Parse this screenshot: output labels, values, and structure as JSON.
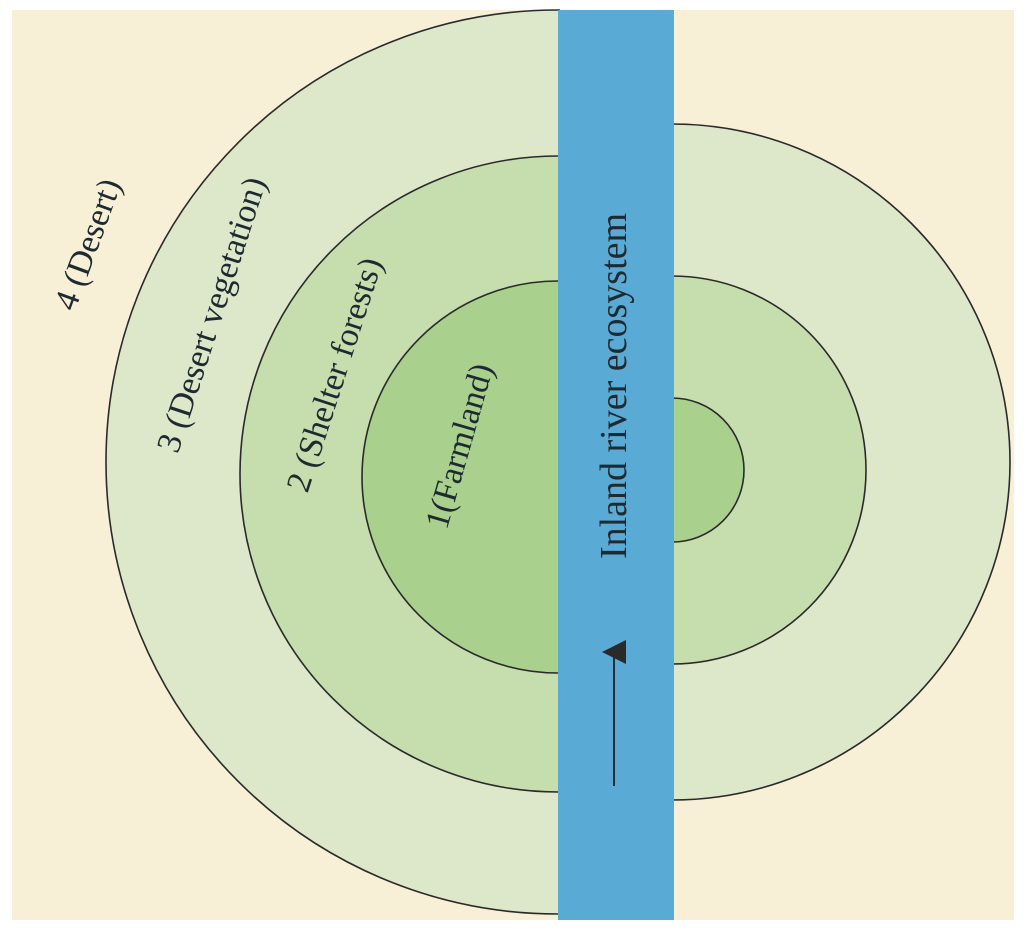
{
  "colors": {
    "background": "#f8efd7",
    "zone_desert": "#dde7c9",
    "zone_desert_vegetation": "#dde7c9",
    "zone_shelter_forests": "#c6deae",
    "zone_farmland": "#a9d08d",
    "river": "#5aaad6",
    "outline": "#2a2a2a",
    "text": "#1e2a30"
  },
  "zones": [
    {
      "number": "4",
      "name": "4 (Desert)"
    },
    {
      "number": "3",
      "name": "3 (Desert vegetation)"
    },
    {
      "number": "2",
      "name": "2 (Shelter forests)"
    },
    {
      "number": "1",
      "name": "1(Farmland)"
    }
  ],
  "river": {
    "label": "Inland river ecosystem"
  },
  "icons": {
    "flow_arrow": "arrow-up-icon"
  }
}
